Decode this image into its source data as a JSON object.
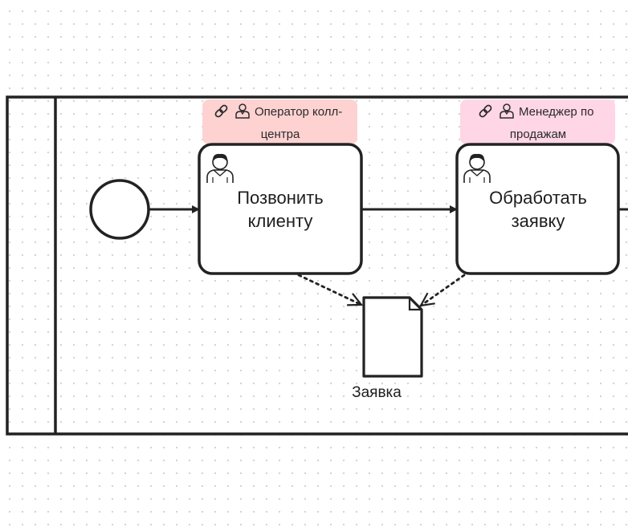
{
  "diagram": {
    "tasks": [
      {
        "id": "call-client",
        "label_line1": "Позвонить",
        "label_line2": "клиенту",
        "role_line1": "Оператор колл-",
        "role_line2": "центра",
        "role_color": "#ffd2d2"
      },
      {
        "id": "process-request",
        "label_line1": "Обработать",
        "label_line2": "заявку",
        "role_line1": "Менеджер по",
        "role_line2": "продажам",
        "role_color": "#ffd6e6"
      }
    ],
    "document": {
      "label": "Заявка"
    },
    "icons": {
      "user": "user-icon",
      "link": "link-icon",
      "role": "person-outline-icon"
    },
    "colors": {
      "stroke": "#222222"
    }
  }
}
